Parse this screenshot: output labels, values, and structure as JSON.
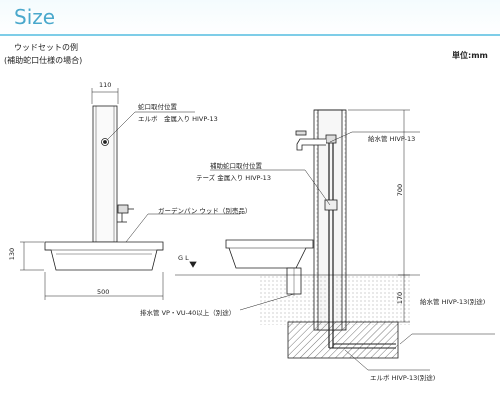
{
  "header": {
    "title": "Size",
    "accent": "#4aa8cc"
  },
  "diagram": {
    "example_title": "ウッドセットの例",
    "example_subtitle": "(補助蛇口仕様の場合)",
    "unit_label": "単位:mm",
    "dimensions": {
      "post_width": "110",
      "basin_height": "130",
      "basin_width": "500",
      "pillar_height": "700",
      "base_height": "170"
    },
    "labels": {
      "faucet_position_1": "蛇口取付位置",
      "elbow_1": "エルボ　金属入り HIVP-13",
      "supply_pipe": "給水管 HIVP-13",
      "aux_faucet_position": "補助蛇口取付位置",
      "tee": "テーズ 金属入り HIVP-13",
      "garden_pan": "ガーデンパン ウッド（別売品）",
      "ground_level": "G L",
      "drain_pipe": "排水管 VP・VU-40以上（別途）",
      "supply_pipe_2": "給水管 HIVP-13(別途)",
      "elbow_2": "エルボ HIVP-13(別途)"
    }
  }
}
